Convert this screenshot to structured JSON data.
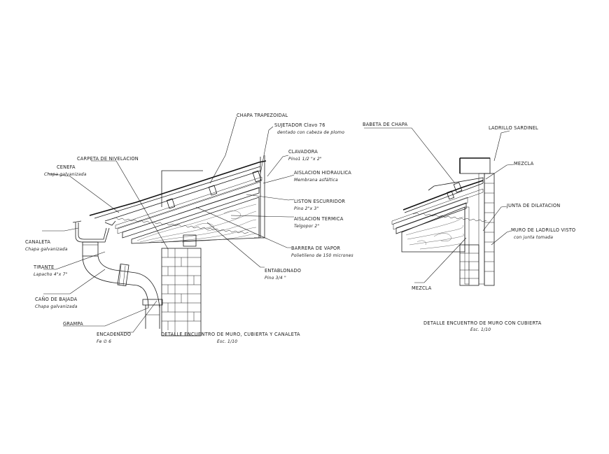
{
  "left_detail": {
    "labels": {
      "chapa_trapezoidal": "CHAPA TRAPEZOIDAL",
      "sujetador": "SUJETADOR Clavo 76",
      "sujetador_sub": "dentado con cabeza de plomo",
      "carpeta": "CARPETA DE NIVELACION",
      "clavadora": "CLAVADORA",
      "clavadora_sub": "Pino1 1/2 \"x 2\"",
      "cenefa": "CENEFA",
      "cenefa_sub": "Chapa galvanizada",
      "aislacion_hidraulica": "AISLACION HIDRAULICA",
      "aislacion_hidraulica_sub": "Membrana asfáltica",
      "liston": "LISTON ESCURRIDOR",
      "liston_sub": "Pino 2\"x 3\"",
      "aislacion_termica": "AISLACION TERMICA",
      "aislacion_termica_sub": "Telgopor 2\"",
      "canaleta": "CANALETA",
      "canaleta_sub": "Chapa galvanizada",
      "barrera": "BARRERA DE VAPOR",
      "barrera_sub": "Polietileno de 150 micrones",
      "tirante": "TIRANTE",
      "tirante_sub": "Lapacho 4\"x 7\"",
      "entablonado": "ENTABLONADO",
      "entablonado_sub": "Pino 3/4  \"",
      "cano": "CAÑO DE BAJADA",
      "cano_sub": "Chapa galvanizada",
      "grampa": "GRAMPA",
      "encadenado": "ENCADENADO",
      "encadenado_sub": "Fe ∅ 6"
    },
    "title": "DETALLE  ENCUENTRO DE MURO, CUBIERTA Y CANALETA",
    "scale": "Esc. 1/10"
  },
  "right_detail": {
    "labels": {
      "babeta": "BABETA DE CHAPA",
      "ladrillo_sardinel": "LADRILLO SARDINEL",
      "mezcla_top": "MEZCLA",
      "junta": "JUNTA DE DILATACION",
      "muro": "MURO DE LADRILLO VISTO",
      "muro_sub": "con junta tomada",
      "mezcla_bottom": "MEZCLA"
    },
    "title": "DETALLE  ENCUENTRO DE MURO CON CUBIERTA",
    "scale": "Esc. 1/10"
  }
}
